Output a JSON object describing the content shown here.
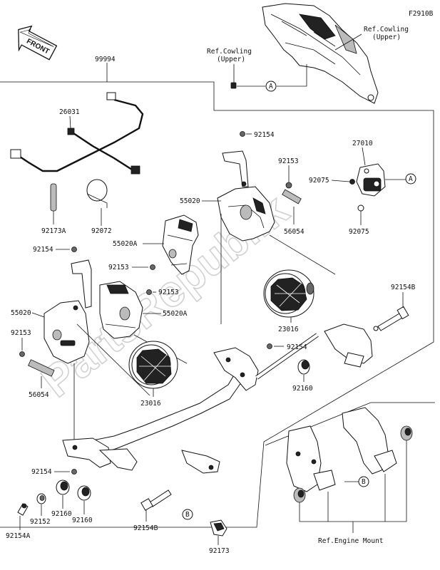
{
  "figure_code": "F2910B",
  "watermark": "PartsRepublik",
  "front_label": "FRONT",
  "callouts": {
    "a1": "A",
    "a2": "A",
    "b1": "B",
    "b2": "B"
  },
  "refs": {
    "cowling_upper_right_1": "Ref.Cowling",
    "cowling_upper_right_2": "(Upper)",
    "cowling_upper_left_1": "Ref.Cowling",
    "cowling_upper_left_2": "(Upper)",
    "engine_mount": "Ref.Engine Mount"
  },
  "parts": {
    "p99994": "99994",
    "p26031": "26031",
    "p92173A": "92173A",
    "p92072": "92072",
    "p92154_top": "92154",
    "p92153_top": "92153",
    "p27010": "27010",
    "p92075_a": "92075",
    "p92075_b": "92075",
    "p55020_top": "55020",
    "p56054_top": "56054",
    "p92154_left": "92154",
    "p55020A_top": "55020A",
    "p92153_mid": "92153",
    "p92153_mid2": "92153",
    "p55020A_mid": "55020A",
    "p55020_left": "55020",
    "p92153_left": "92153",
    "p56054_left": "56054",
    "p23016_right": "23016",
    "p23016_left": "23016",
    "p92154B_right": "92154B",
    "p92154_mid": "92154",
    "p92160_right": "92160",
    "p92154_bottom": "92154",
    "p92160_a": "92160",
    "p92160_b": "92160",
    "p92152": "92152",
    "p92154A": "92154A",
    "p92154B_bottom": "92154B",
    "p92173": "92173"
  }
}
